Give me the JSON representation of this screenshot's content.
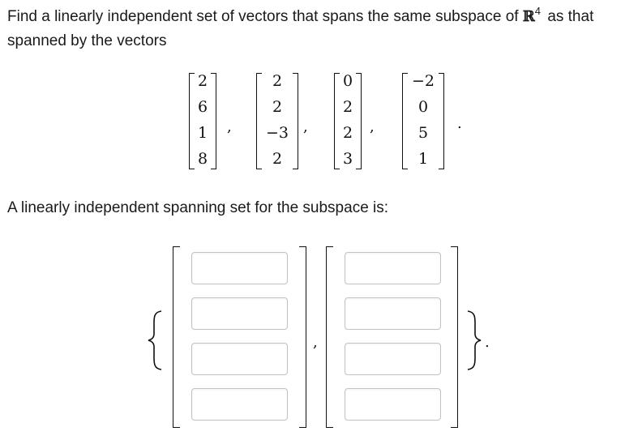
{
  "question": {
    "text_before": "Find a linearly independent set of vectors that spans the same subspace of",
    "space_symbol": "ℝ",
    "space_exponent": "4",
    "text_after": "as that spanned by the vectors"
  },
  "given_vectors": [
    [
      "2",
      "6",
      "1",
      "8"
    ],
    [
      "2",
      "2",
      "−3",
      "2"
    ],
    [
      "0",
      "2",
      "2",
      "3"
    ],
    [
      "−2",
      "0",
      "5",
      "1"
    ]
  ],
  "separators": {
    "comma": ",",
    "period": "."
  },
  "answer_prompt": "A linearly independent spanning set for the subspace is:",
  "answer_vectors": [
    {
      "inputs": [
        "",
        "",
        "",
        ""
      ]
    },
    {
      "inputs": [
        "",
        "",
        "",
        ""
      ]
    }
  ]
}
